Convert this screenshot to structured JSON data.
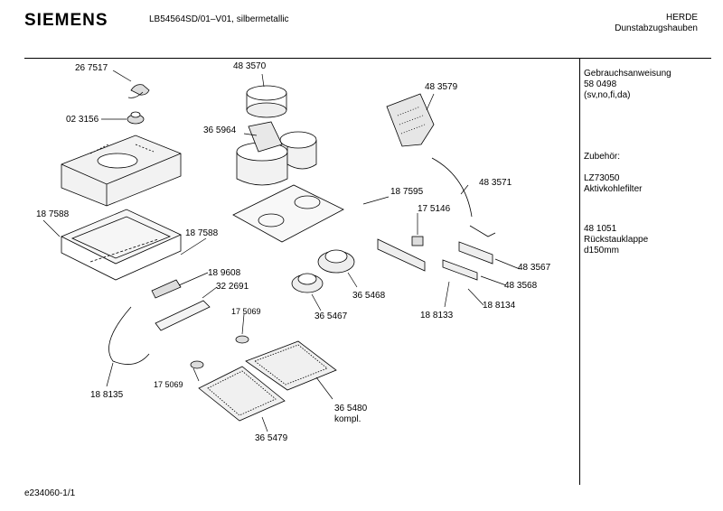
{
  "header": {
    "brand": "SIEMENS",
    "model": "LB54564SD/01–V01,  silbermetallic",
    "category_line1": "HERDE",
    "category_line2": "Dunstabzugshauben"
  },
  "sidebar": {
    "manual_title": "Gebrauchsanweisung",
    "manual_number": "58 0498",
    "manual_langs": "(sv,no,fi,da)",
    "accessory_title": "Zubehör:",
    "accessory1_code": "LZ73050",
    "accessory1_name": "Aktivkohlefilter",
    "accessory2_code": "48 1051",
    "accessory2_name_line1": "Rückstauklappe",
    "accessory2_name_line2": "d150mm"
  },
  "footer": {
    "doc_id": "e234060-1/1"
  },
  "parts": [
    "26 7517",
    "48 3570",
    "48 3579",
    "02 3156",
    "36 5964",
    "48 3571",
    "18 7595",
    "17 5146",
    "18 7588",
    "18 7588",
    "48 3567",
    "18 9608",
    "48 3568",
    "32 2691",
    "36 5468",
    "18 8133",
    "18 8134",
    "17 5069",
    "36 5467",
    "17 5069",
    "18 8135",
    "36 5480",
    "kompl.",
    "36 5479"
  ]
}
